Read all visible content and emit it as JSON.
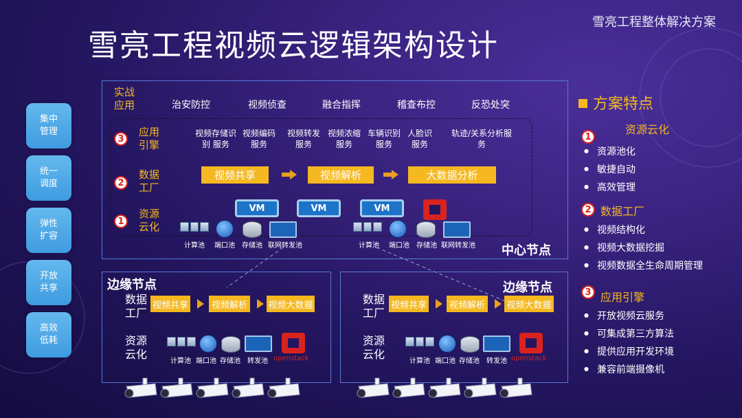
{
  "header": {
    "corner_title": "雪亮工程整体解决方案",
    "main_title": "雪亮工程视频云逻辑架构设计"
  },
  "left_pills": [
    {
      "label": "集中管理"
    },
    {
      "label": "统一调度"
    },
    {
      "label": "弹性扩容"
    },
    {
      "label": "开放共享"
    },
    {
      "label": "高效低耗"
    }
  ],
  "center": {
    "app_label": "实战应用",
    "apps": [
      "治安防控",
      "视频侦查",
      "融合指挥",
      "稽查布控",
      "反恐处突"
    ],
    "layers": [
      {
        "num": "3",
        "label": "应用引擎"
      },
      {
        "num": "2",
        "label": "数据工厂"
      },
      {
        "num": "1",
        "label": "资源云化"
      }
    ],
    "services": [
      "视频存储识 别 服务",
      "视频编码服务",
      "视频转发服务",
      "视频浓缩服务",
      "车辆识别服务",
      "人脸识服务",
      "轨迹/关系分析服务"
    ],
    "data_factory": [
      "视频共享",
      "视频解析",
      "大数据分析"
    ],
    "vm_label": "VM",
    "pools": [
      "计算池",
      "端口池",
      "存储池",
      "联网转发池"
    ],
    "node_label": "中心节点"
  },
  "edge": {
    "node_label": "边缘节点",
    "data_label": "数据工厂",
    "resource_label": "资源云化",
    "left_flow": [
      "视频共享",
      "视频解析",
      "视频大数据"
    ],
    "right_flow": [
      "视频共享",
      "视频解析",
      "视频大数据"
    ],
    "pools": [
      "计算池",
      "端口池",
      "存储池",
      "转发池"
    ],
    "openstack": "openstack"
  },
  "features": {
    "title": "方案特点",
    "sections": [
      {
        "num": "1",
        "title": "资源云化",
        "items": [
          "资源池化",
          "敏捷自动",
          "高效管理"
        ]
      },
      {
        "num": "2",
        "title": "数据工厂",
        "items": [
          "视频结构化",
          "视频大数据挖掘",
          "视频数据全生命周期管理"
        ]
      },
      {
        "num": "3",
        "title": "应用引擎",
        "items": [
          "开放视频云服务",
          "可集成第三方算法",
          "提供应用开发环境",
          "兼容前端摄像机"
        ]
      }
    ]
  },
  "colors": {
    "accent": "#f5b820",
    "badge_red": "#d9231e",
    "pill_blue": "#4aa6e6",
    "border_blue": "#5a78d8"
  }
}
